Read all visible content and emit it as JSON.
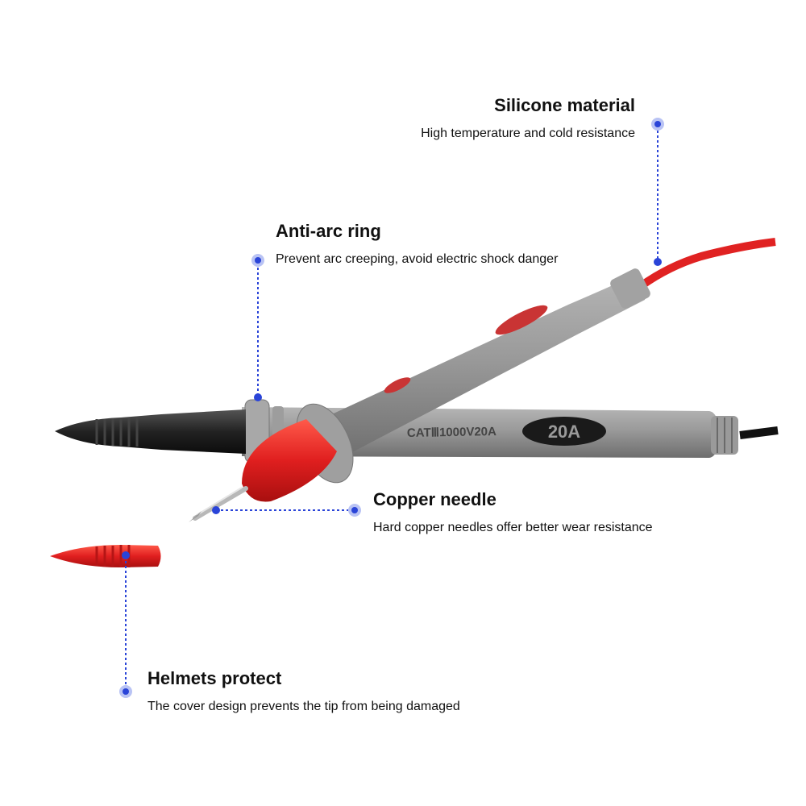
{
  "colors": {
    "marker": "#2a44d8",
    "probe_gray": "#8d8d8d",
    "probe_red": "#e02222",
    "probe_black": "#1c1c1c"
  },
  "probe_markings": {
    "rating": "CATⅢ1000V20A",
    "current_badge": "20A"
  },
  "callouts": {
    "silicone": {
      "title": "Silicone material",
      "description": "High temperature and cold resistance"
    },
    "anti_arc": {
      "title": "Anti-arc ring",
      "description": "Prevent arc creeping, avoid electric shock danger"
    },
    "copper": {
      "title": "Copper needle",
      "description": "Hard copper needles offer better wear resistance"
    },
    "helmet": {
      "title": "Helmets protect",
      "description": "The cover design prevents the tip from being damaged"
    }
  }
}
